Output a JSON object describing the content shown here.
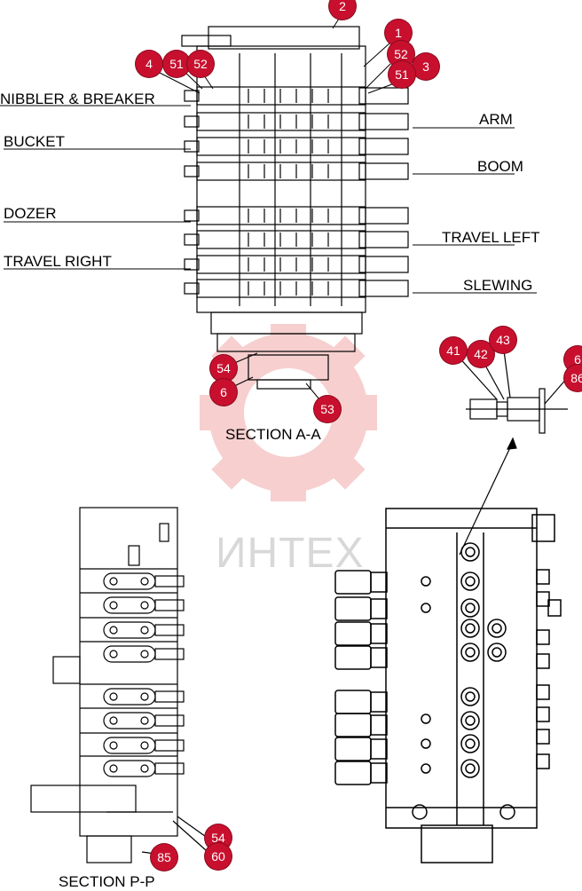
{
  "labels": {
    "nibbler": "NIBBLER & BREAKER",
    "bucket": "BUCKET",
    "dozer": "DOZER",
    "travel_right": "TRAVEL RIGHT",
    "arm": "ARM",
    "boom": "BOOM",
    "travel_left": "TRAVEL LEFT",
    "slewing": "SLEWING"
  },
  "sections": {
    "aa": "SECTION   A-A",
    "pp": "SECTION   P-P"
  },
  "watermark": "ИНТЕХ",
  "callouts": {
    "c2": "2",
    "c1": "1",
    "c52a": "52",
    "c3": "3",
    "c51a": "51",
    "c4": "4",
    "c51b": "51",
    "c52b": "52",
    "c54a": "54",
    "c6a": "6",
    "c53": "53",
    "c41": "41",
    "c42": "42",
    "c43": "43",
    "c6b": "6",
    "c86": "86",
    "c54b": "54",
    "c60": "60",
    "c85": "85"
  },
  "colors": {
    "callout": "#c8102e",
    "watermark_red": "#f2a8a8",
    "line": "#000000"
  }
}
